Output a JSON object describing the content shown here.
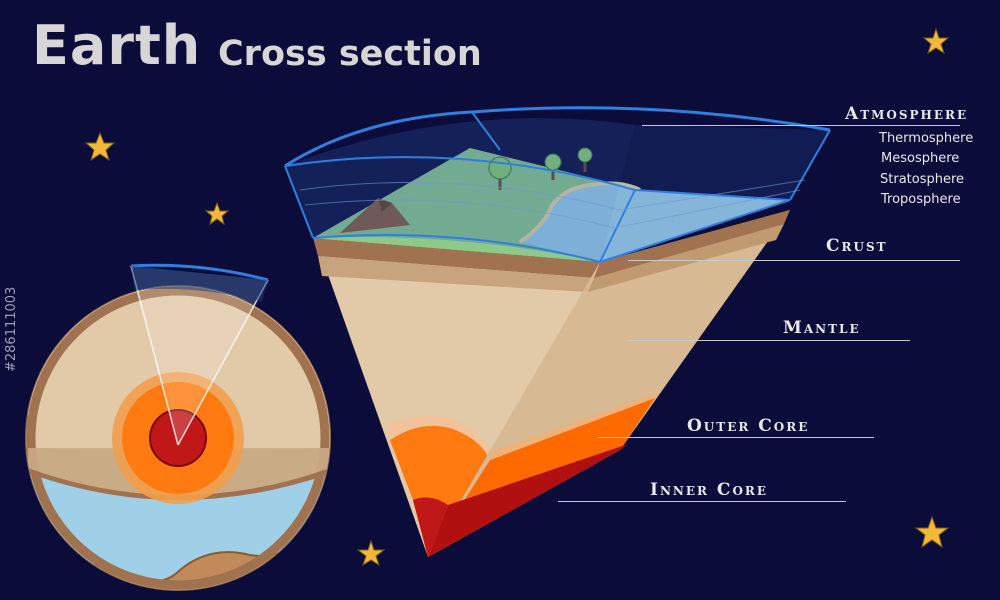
{
  "title": {
    "main": "Earth",
    "sub": "Cross section"
  },
  "labels": {
    "atmosphere": "Atmosphere",
    "atmosphere_layers": [
      "Thermosphere",
      "Mesosphere",
      "Stratosphere",
      "Troposphere"
    ],
    "crust": "Crust",
    "mantle": "Mantle",
    "outer_core": "Outer Core",
    "inner_core": "Inner Core"
  },
  "watermark_id": "#286111003",
  "colors": {
    "background": "#0b0c3a",
    "atmosphere_outline": "#2f7fe0",
    "crust": "#a0724f",
    "mantle": "#e2c9a8",
    "outer_core": "#ff7a10",
    "inner_core": "#c01818",
    "ocean": "#9fd0e8",
    "land": "#8ec98a",
    "star": "#f0b93a"
  }
}
